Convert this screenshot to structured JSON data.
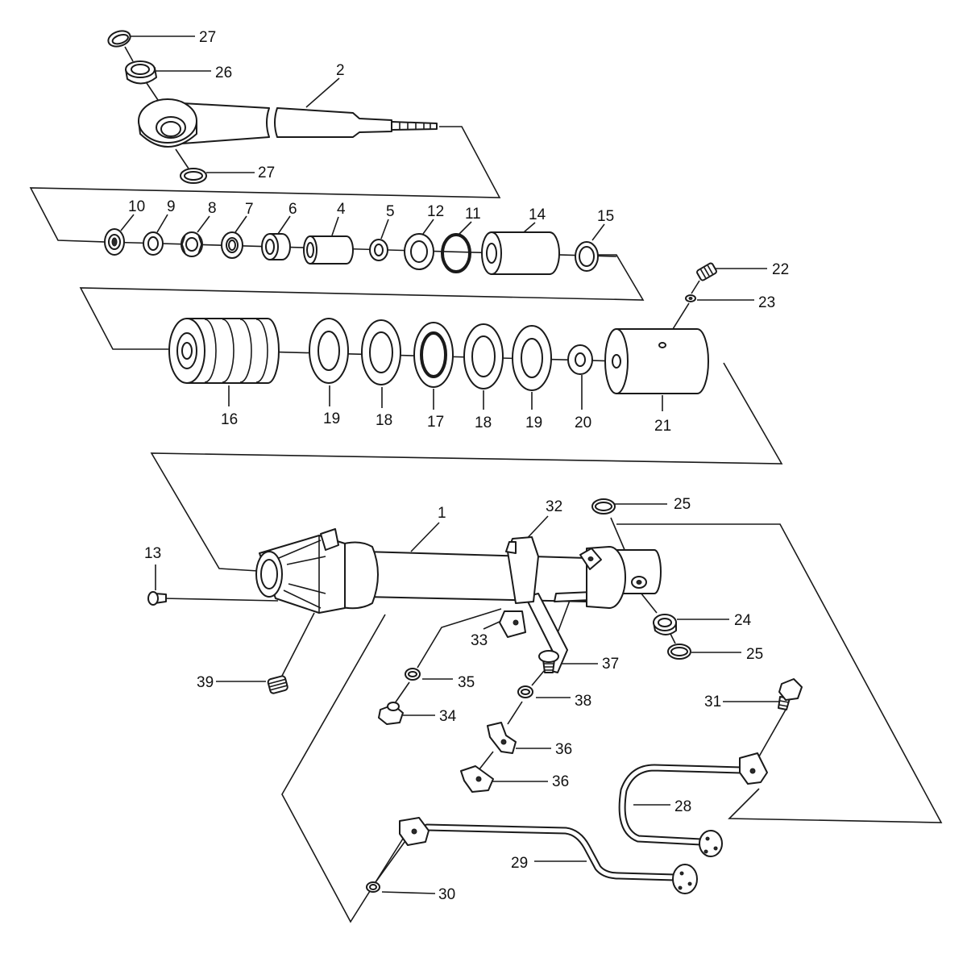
{
  "labels": [
    "27",
    "26",
    "2",
    "27",
    "10",
    "9",
    "8",
    "7",
    "6",
    "4",
    "5",
    "12",
    "11",
    "14",
    "15",
    "22",
    "23",
    "16",
    "19",
    "18",
    "17",
    "18",
    "19",
    "20",
    "21",
    "1",
    "32",
    "25",
    "13",
    "24",
    "25",
    "33",
    "37",
    "39",
    "35",
    "38",
    "34",
    "36",
    "36",
    "31",
    "28",
    "29",
    "30"
  ],
  "colors": {
    "ink": "#1a1a1a",
    "paper": "#ffffff"
  }
}
